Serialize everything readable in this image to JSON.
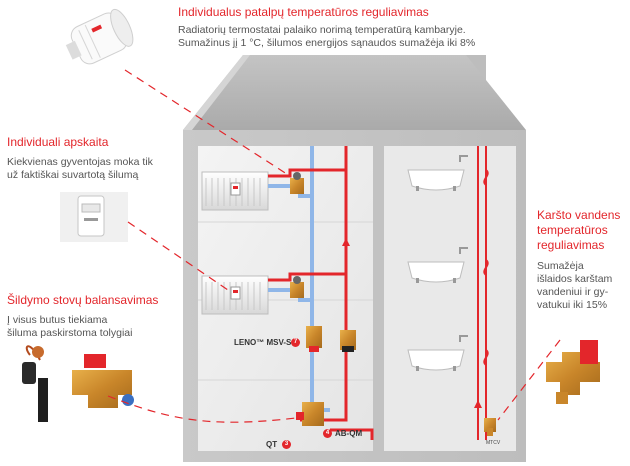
{
  "thermo": {
    "title": "Individualus patalpų temperatūros reguliavimas",
    "line1": "Radiatorių termostatai palaiko norimą temperatūrą kambaryje.",
    "line2": "Sumažinus jį 1 °C, šilumos energijos sąnaudos sumažėja iki 8%"
  },
  "metering": {
    "title": "Individuali apskaita",
    "line1": "Kiekvienas gyventojas moka tik",
    "line2": "už faktiškai suvartotą šilumą"
  },
  "balancing": {
    "title": "Šildymo stovų balansavimas",
    "line1": "Į visus butus  tiekiama",
    "line2": "šiluma paskirstoma tolygiai"
  },
  "hotwater": {
    "title_line1": "Karšto vandens",
    "title_line2": "temperatūros",
    "title_line3": "reguliavimas",
    "line1": "Sumažėja",
    "line2": "išlaidos karštam",
    "line3": "vandeniui ir gy-",
    "line4": "vatukui iki 15%"
  },
  "labels": {
    "leno": "LENO™ MSV-S",
    "leno_num": "7",
    "abqm": "AB-QM",
    "abqm_num": "4",
    "qt": "QT",
    "qt_num": "3",
    "mtcv": "MTCV"
  },
  "colors": {
    "accent": "#e3262b",
    "hot_pipe": "#e3262b",
    "cold_pipe": "#8fb6e8",
    "wall": "#d0d0d0"
  }
}
